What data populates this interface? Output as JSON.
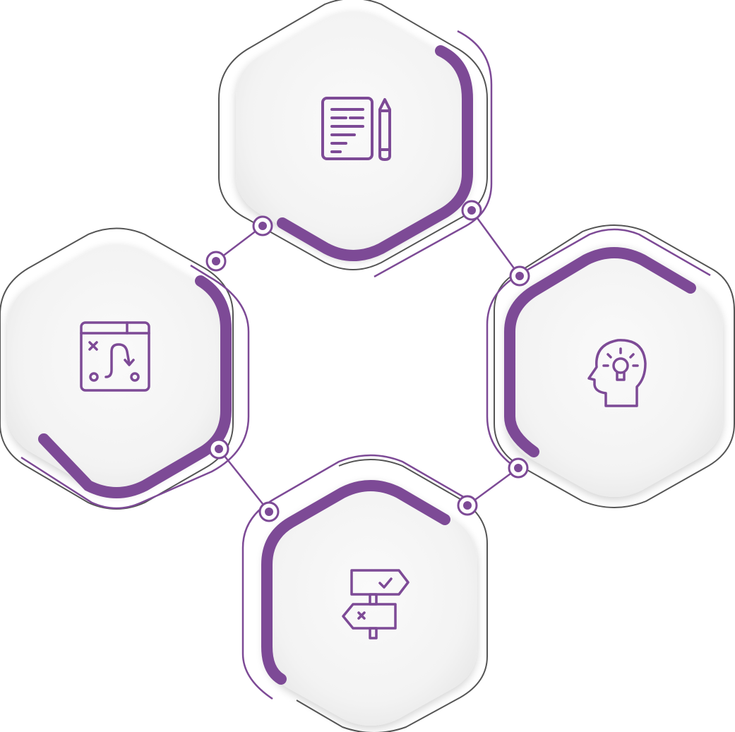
{
  "colors": {
    "accent": "#7d4a96",
    "accent_dark": "#6b3a85",
    "outline": "#555555",
    "hex_fill": "#f6f6f6",
    "hex_shade": "#ebebeb"
  },
  "nodes": [
    {
      "id": "top",
      "icon": "notebook-pencil-icon"
    },
    {
      "id": "right",
      "icon": "head-lightbulb-icon"
    },
    {
      "id": "bottom",
      "icon": "signpost-icon"
    },
    {
      "id": "left",
      "icon": "strategy-board-icon"
    }
  ],
  "connectors": [
    {
      "from": "top",
      "to": "right"
    },
    {
      "from": "right",
      "to": "bottom"
    },
    {
      "from": "bottom",
      "to": "left"
    },
    {
      "from": "left",
      "to": "top"
    }
  ]
}
